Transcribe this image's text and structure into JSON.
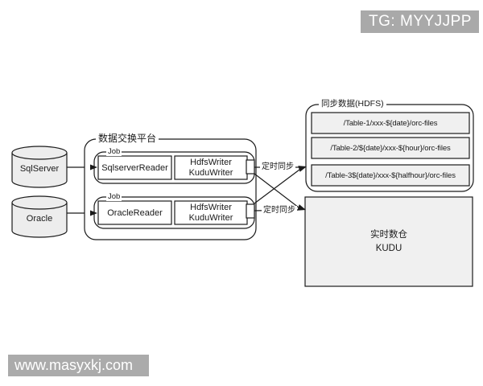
{
  "badge": "TG: MYYJJPP",
  "watermark": "www.masyxkj.com",
  "colors": {
    "badge_bg": "#a9a9a9",
    "watermark_bg": "#ababab",
    "gray_box_fill": "#f0f0f0",
    "cylinder_fill": "#ededed",
    "line": "#1a1a1a"
  },
  "sources": {
    "sqlserver": "SqlServer",
    "oracle": "Oracle"
  },
  "platform": {
    "title": "数据交换平台",
    "jobs": [
      {
        "label": "Job",
        "reader": "SqlserverReader",
        "writers": [
          "HdfsWriter",
          "KuduWriter"
        ]
      },
      {
        "label": "Job",
        "reader": "OracleReader",
        "writers": [
          "HdfsWriter",
          "KuduWriter"
        ]
      }
    ]
  },
  "sync_labels": [
    "定时同步",
    "定时同步"
  ],
  "hdfs": {
    "title": "同步数据(HDFS)",
    "paths": [
      "/Table-1/xxx-${date}/orc-files",
      "/Table-2/${date}/xxx-${hour}/orc-files",
      "/Table-3${date}/xxx-${halfhour}/orc-files"
    ]
  },
  "kudu": {
    "line1": "实时数仓",
    "line2": "KUDU"
  }
}
